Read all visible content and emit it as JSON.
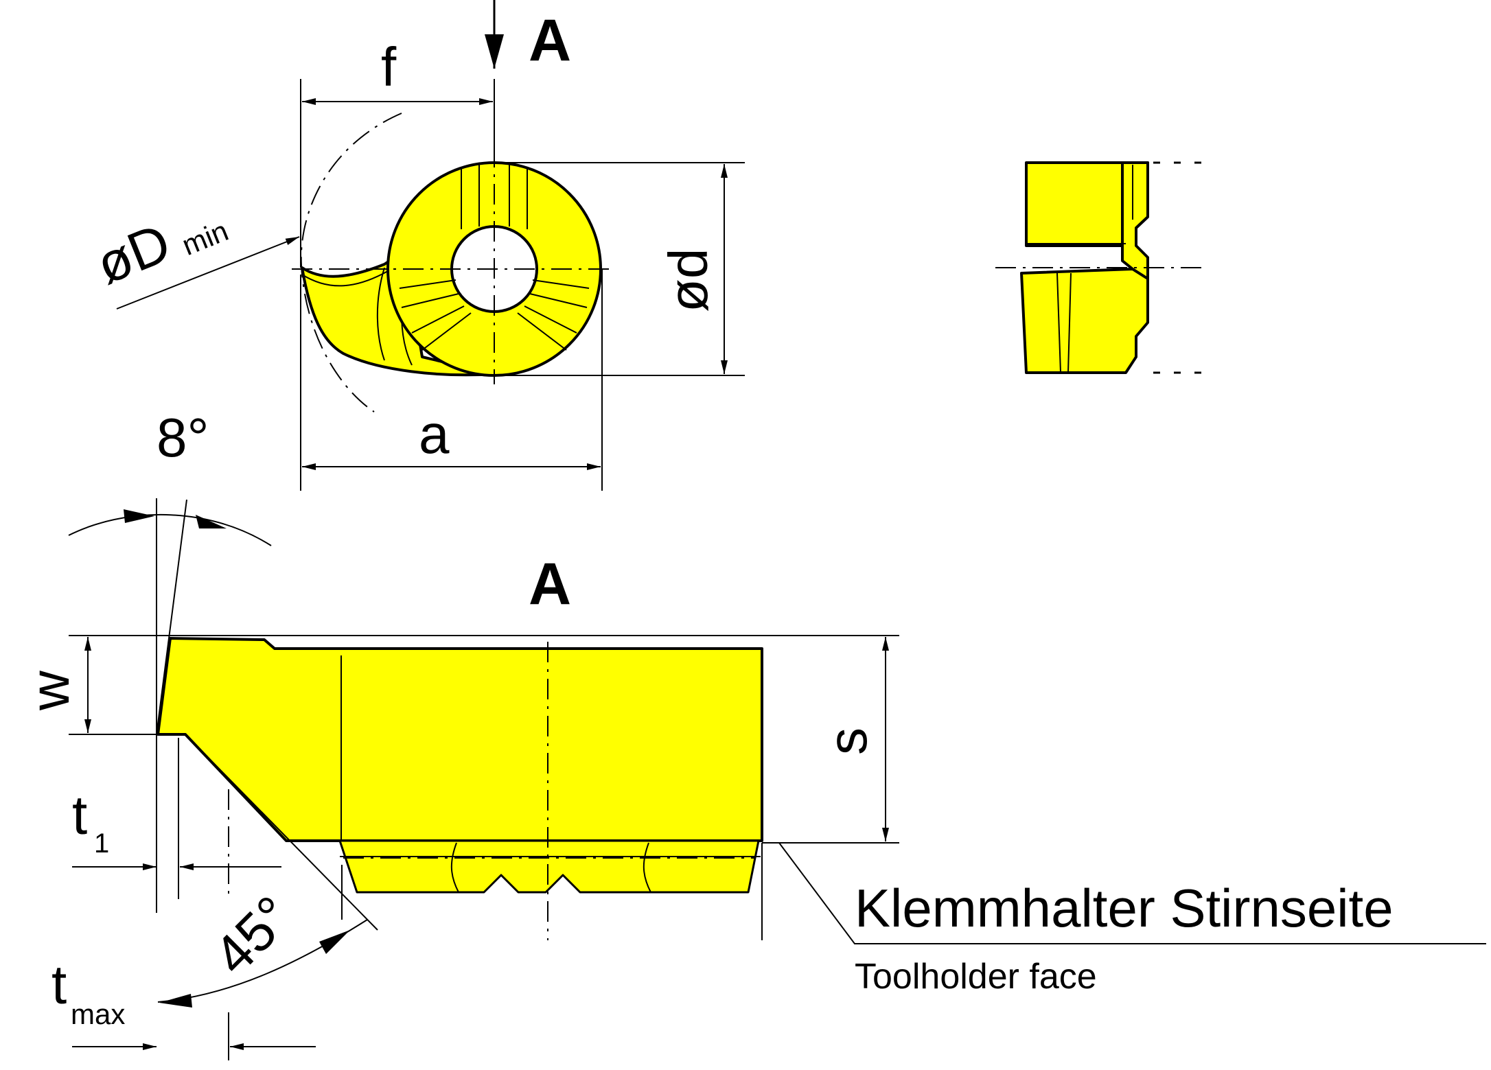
{
  "labels": {
    "view_mark_top": "A",
    "view_mark_section": "A",
    "dim_f": "f",
    "dim_a": "a",
    "dim_d": "ød",
    "dim_D_symbol": "øD",
    "dim_D_sub": "min",
    "dim_angle_8": "8°",
    "dim_angle_45": "45°",
    "dim_w": "w",
    "dim_s": "s",
    "dim_t1_main": "t",
    "dim_t1_sub": "1",
    "dim_tmax_main": "t",
    "dim_tmax_sub": "max",
    "caption_de": "Klemmhalter Stirnseite",
    "caption_en": "Toolholder face"
  },
  "colors": {
    "insert_fill": "#ffff00",
    "line": "#000000",
    "background": "#ffffff"
  }
}
